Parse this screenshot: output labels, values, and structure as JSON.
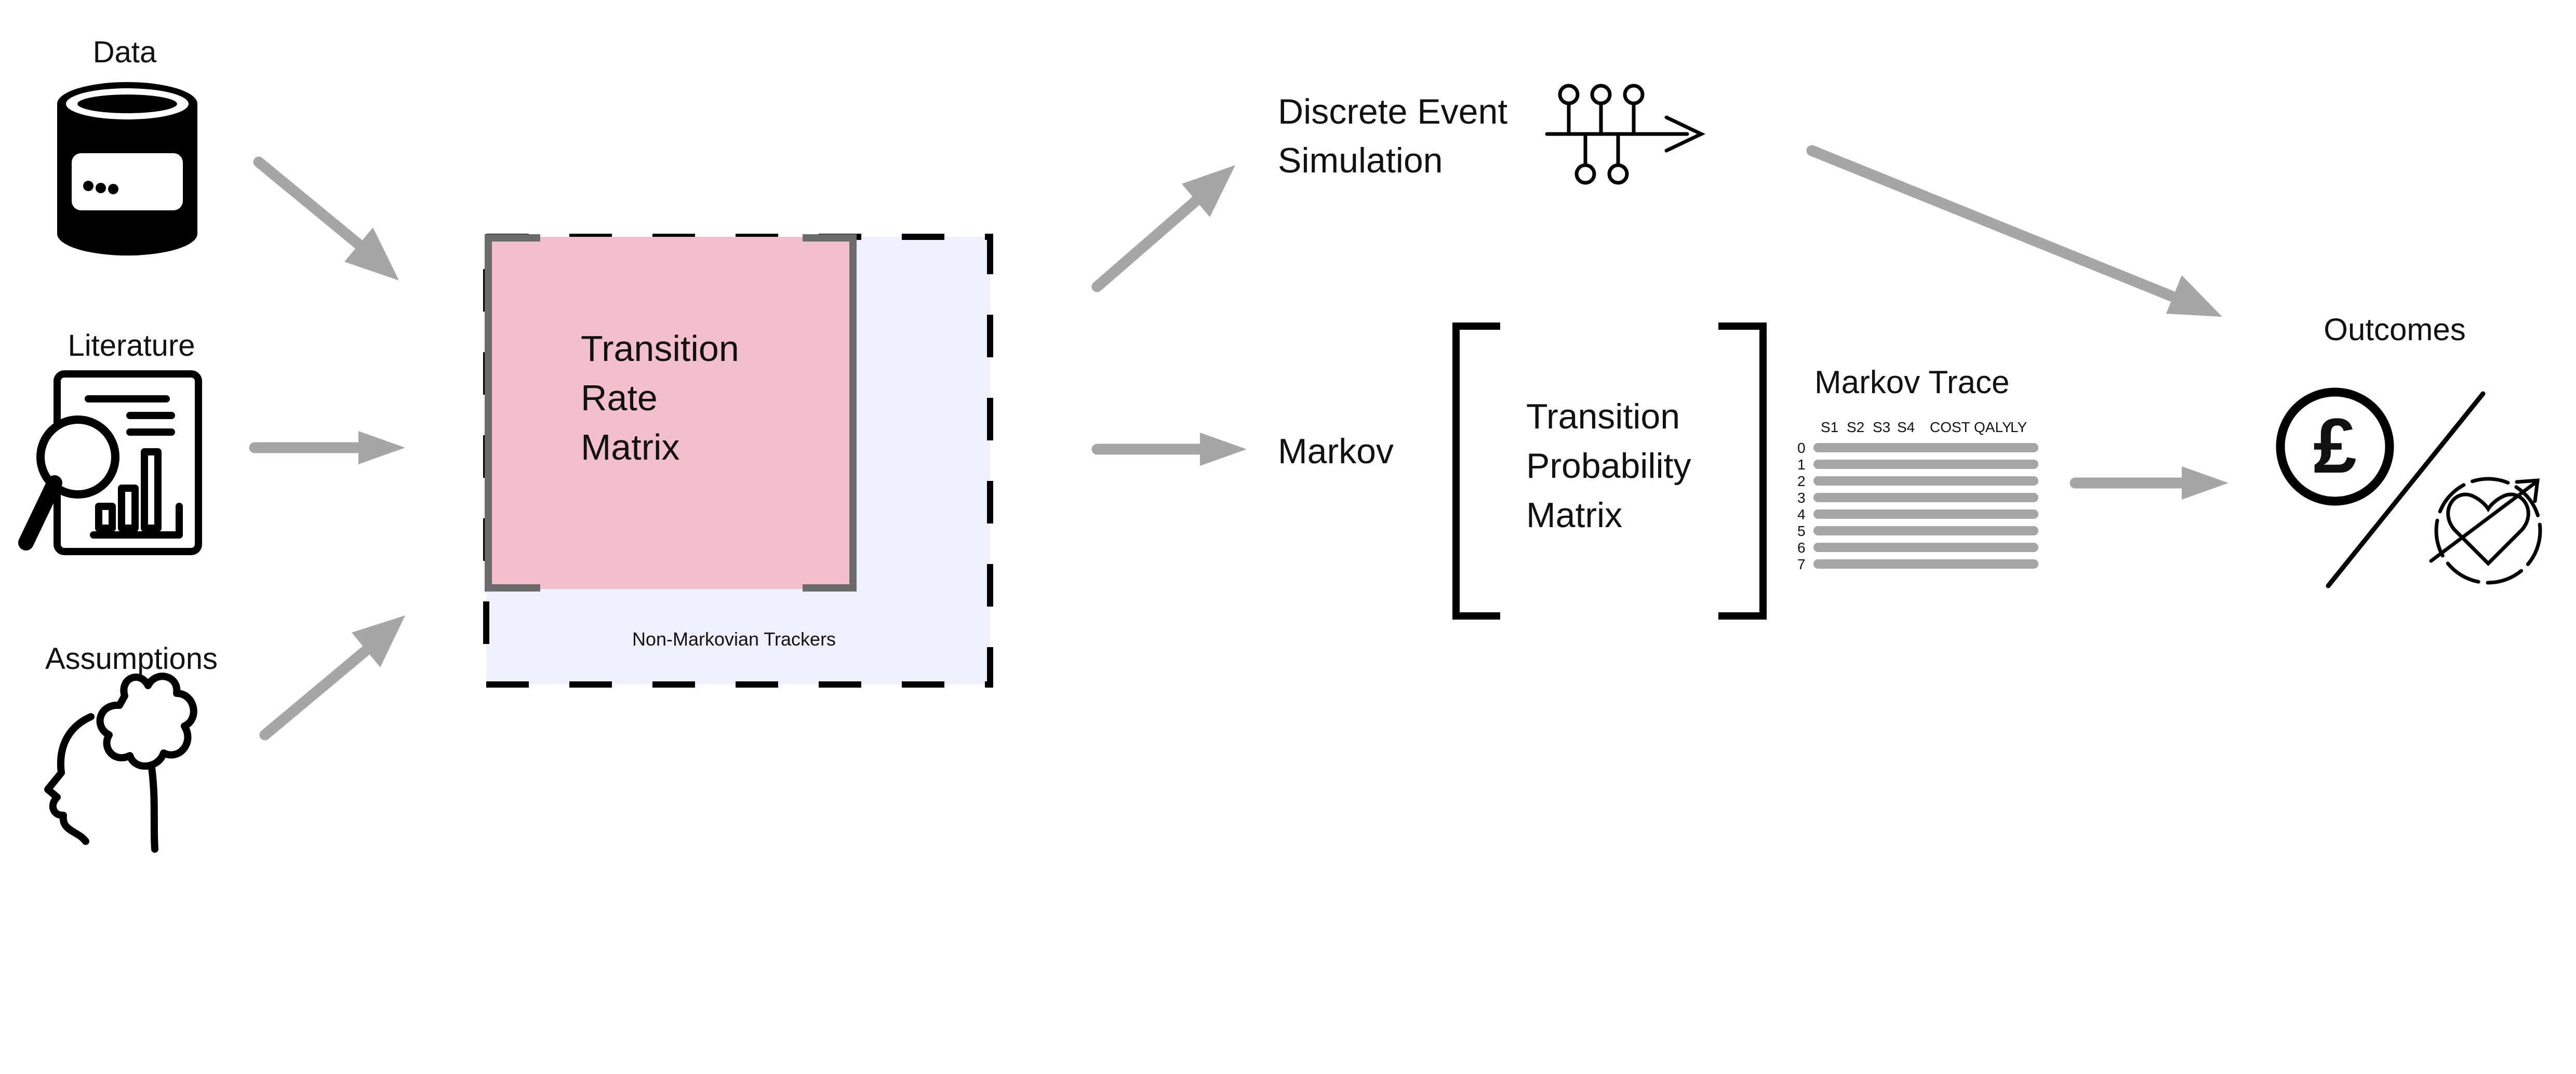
{
  "inputs": {
    "data": "Data",
    "literature": "Literature",
    "assumptions": "Assumptions"
  },
  "core": {
    "rate_matrix": [
      "Transition",
      "Rate",
      "Matrix"
    ],
    "trackers": "Non-Markovian Trackers"
  },
  "models": {
    "des": [
      "Discrete Event",
      "Simulation"
    ],
    "markov": "Markov",
    "prob_matrix": [
      "Transition",
      "Probability",
      "Matrix"
    ]
  },
  "trace": {
    "title": "Markov Trace",
    "columns": [
      "S1",
      "S2",
      "S3",
      "S4",
      "COST",
      "QALY",
      "LY"
    ],
    "rows": [
      "0",
      "1",
      "2",
      "3",
      "4",
      "5",
      "6",
      "7"
    ]
  },
  "outcomes": {
    "title": "Outcomes",
    "currency_symbol": "£"
  },
  "colors": {
    "arrow": "#a6a6a6",
    "rate_matrix_fill": "#f2c0cd",
    "trackers_fill": "#efeffd"
  },
  "icons": [
    "database-icon",
    "literature-report-icon",
    "head-thought-icon",
    "timeline-icon",
    "pound-coin-icon",
    "heart-health-icon"
  ]
}
